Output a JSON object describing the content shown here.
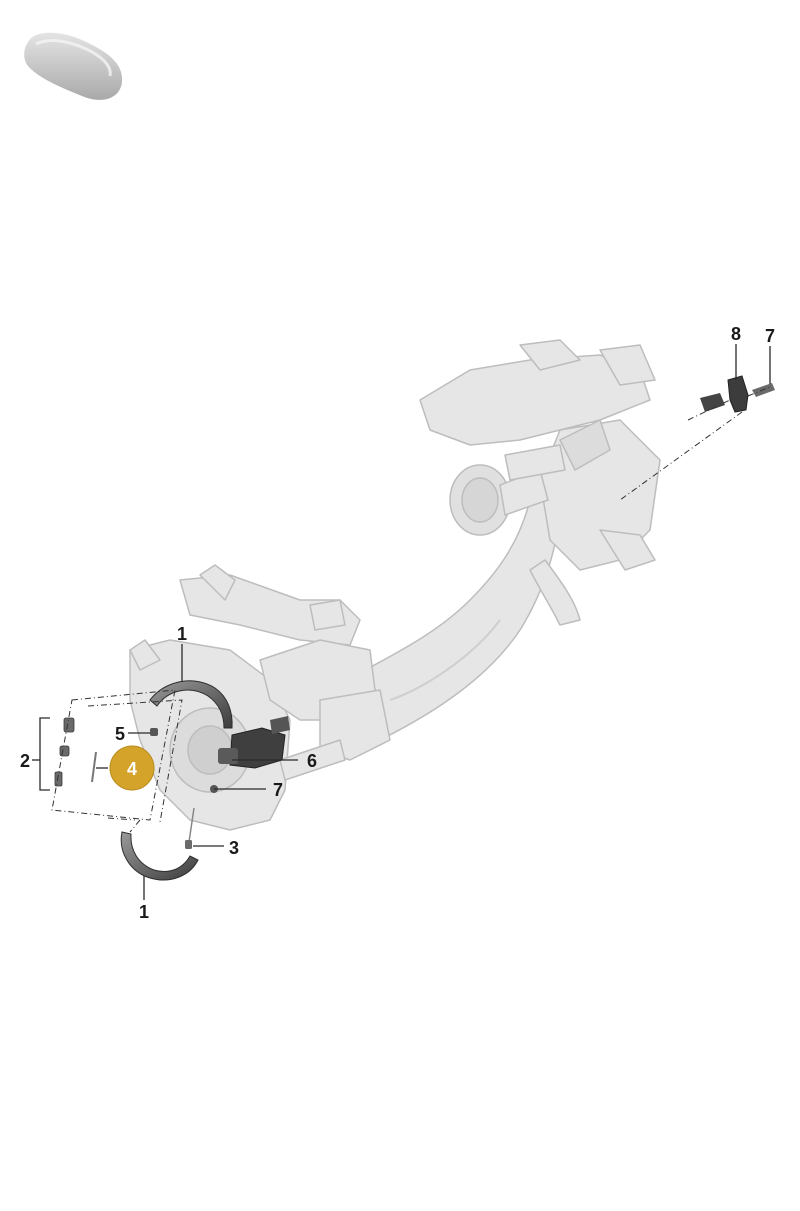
{
  "diagram": {
    "callouts": [
      {
        "id": "c1-top",
        "label": "1"
      },
      {
        "id": "c1-bottom",
        "label": "1"
      },
      {
        "id": "c2",
        "label": "2"
      },
      {
        "id": "c3",
        "label": "3"
      },
      {
        "id": "c4",
        "label": "4",
        "highlighted": true
      },
      {
        "id": "c5",
        "label": "5"
      },
      {
        "id": "c6",
        "label": "6"
      },
      {
        "id": "c7-right",
        "label": "7"
      },
      {
        "id": "c7-top",
        "label": "7"
      },
      {
        "id": "c8",
        "label": "8"
      }
    ],
    "colors": {
      "part_light": "#e6e6e6",
      "part_mid": "#d2d2d2",
      "part_edge": "#bdbdbd",
      "part_dark": "#4a4a4a",
      "leader": "#2a2a2a",
      "highlight": "#d4a32a",
      "logo": "#c8c8c8"
    },
    "icons": [
      "car-silhouette-icon"
    ]
  }
}
